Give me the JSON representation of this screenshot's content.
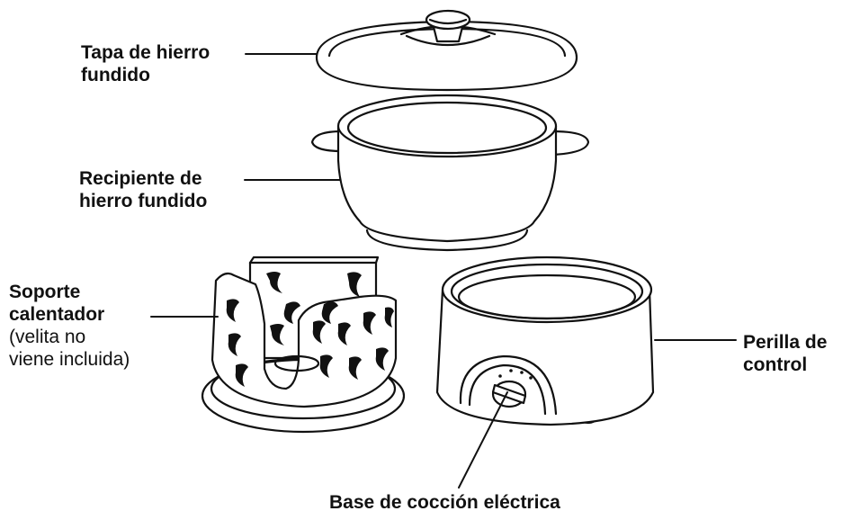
{
  "labels": {
    "lid": {
      "line1": "Tapa de hierro",
      "line2": "fundido"
    },
    "pot": {
      "line1": "Recipiente de",
      "line2": "hierro fundido"
    },
    "warmer": {
      "line1": "Soporte",
      "line2": "calentador",
      "note1": "(velita no",
      "note2": "viene incluida)"
    },
    "knob": {
      "line1": "Perilla de",
      "line2": "control"
    },
    "base": {
      "line1": "Base de cocción eléctrica"
    }
  },
  "colors": {
    "ink": "#111111",
    "fill": "#ffffff"
  }
}
